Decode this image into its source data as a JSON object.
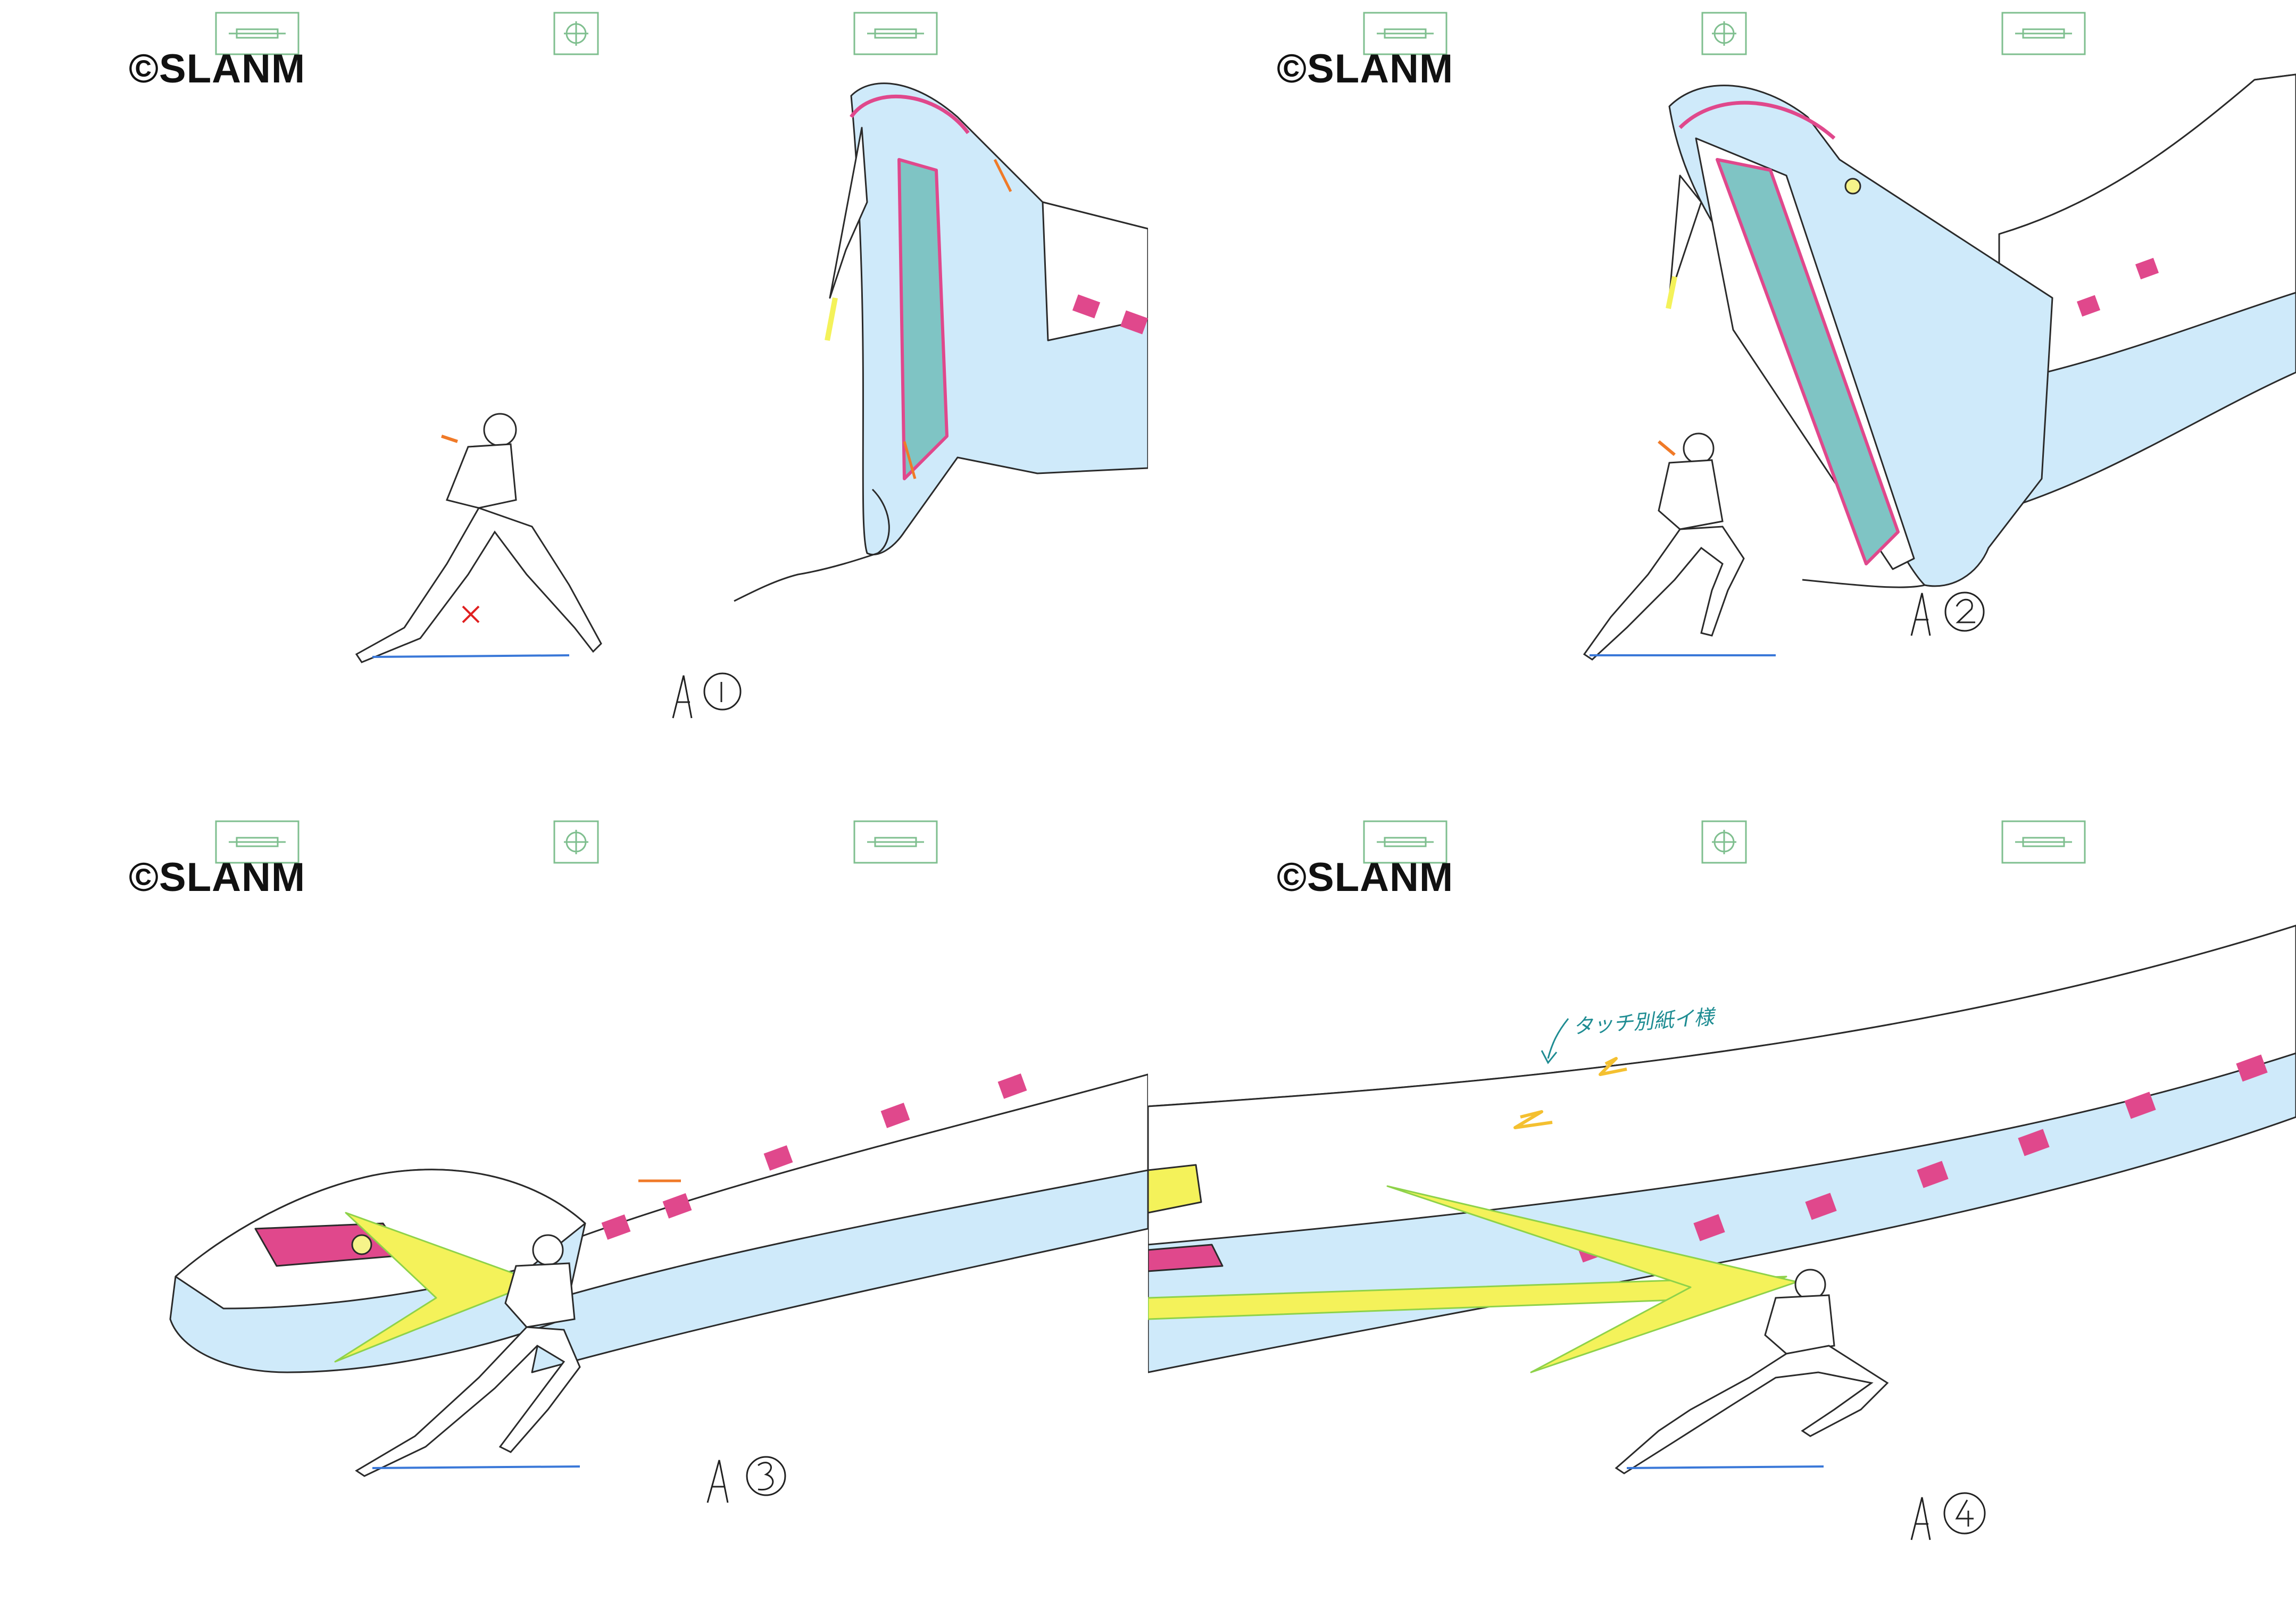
{
  "copyright": "©SLANM",
  "panels": [
    {
      "cell_label": "A①"
    },
    {
      "cell_label": "A②"
    },
    {
      "cell_label": "A③"
    },
    {
      "cell_label": "A④",
      "note": "タッチ別紙イ様"
    }
  ],
  "colors": {
    "line": "#2a2a2a",
    "shadow_blue": "#cfeafa",
    "highlight_blue": "#3a78d8",
    "mouth_teal": "#7fc4c4",
    "accent_magenta": "#e0488c",
    "effect_yellow": "#f4f25a",
    "eye_yellow": "#f6f38a",
    "orange_line": "#f07a28",
    "peg_green": "#7fbf8f",
    "note_teal": "#1e8c92"
  }
}
